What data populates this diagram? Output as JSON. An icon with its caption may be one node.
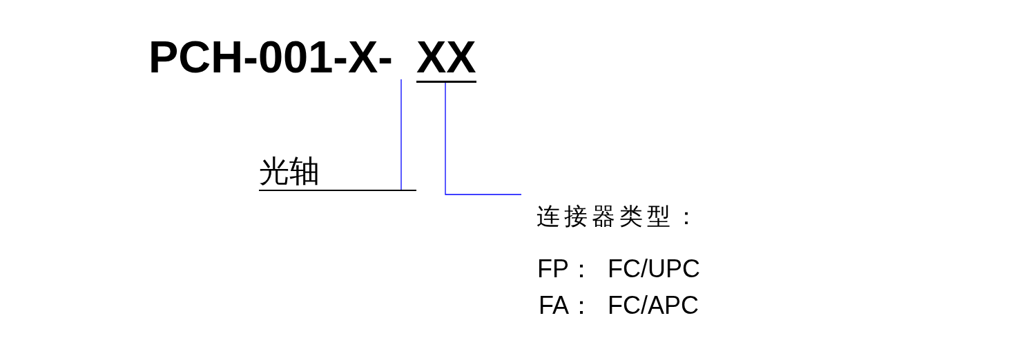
{
  "diagram": {
    "nodes": [
      {
        "text": [
          "PCH-001-X-"
        ]
      },
      {
        "text": [
          "XX"
        ]
      },
      {
        "text": [
          "光轴"
        ]
      },
      {
        "text": [
          "连接器类型："
        ]
      }
    ],
    "edges": [
      {
        "from": 2,
        "to": 0,
        "arrow": "none",
        "color": "#0000ff"
      },
      {
        "from": 3,
        "to": 1,
        "arrow": "none",
        "color": "#0000ff"
      }
    ],
    "labels": [
      "FP：  FC/UPC",
      "FA：  FC/APC"
    ]
  }
}
